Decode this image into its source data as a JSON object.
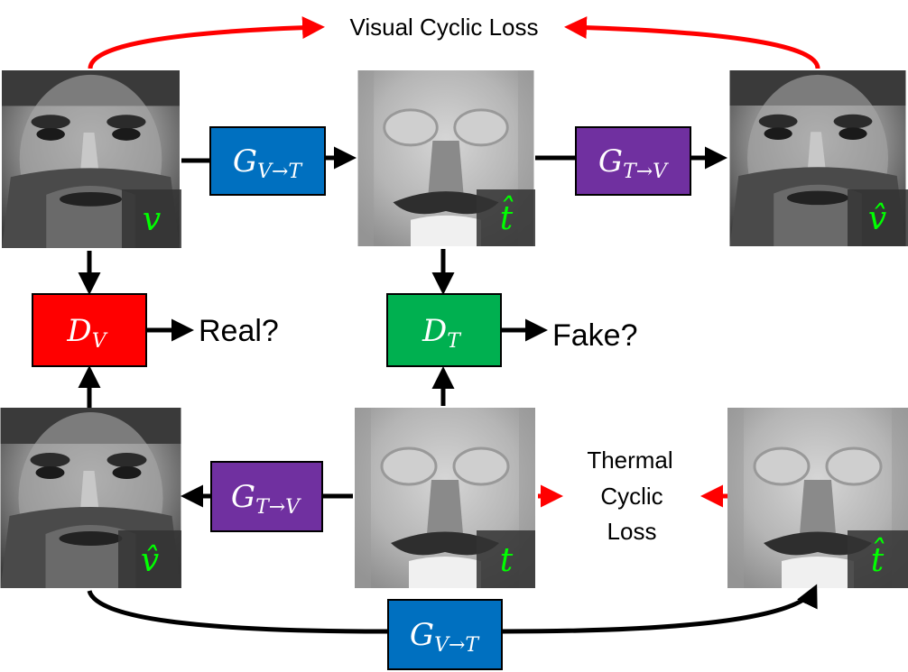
{
  "title": "Visual Cyclic Loss",
  "thermal_loss": [
    "Thermal",
    "Cyclic",
    "Loss"
  ],
  "questions": {
    "real": "Real?",
    "fake": "Fake?"
  },
  "generators": {
    "v2t": "V→T",
    "t2v": "T→V"
  },
  "discriminators": {
    "v": "V",
    "t": "T"
  },
  "var_letter": "G",
  "disc_letter": "D",
  "images": {
    "v": "v",
    "t_hat_top": "t̂",
    "v_hat_top": "v̂",
    "v_hat_bottom": "v̂",
    "t": "t",
    "t_hat_bottom": "t̂"
  },
  "colors": {
    "gen_v2t": "#0070c0",
    "gen_t2v": "#7030a0",
    "disc_v": "#ff0000",
    "disc_t": "#00b050",
    "cyclic_arrow": "#ff0000",
    "label_green": "#00ff00"
  }
}
